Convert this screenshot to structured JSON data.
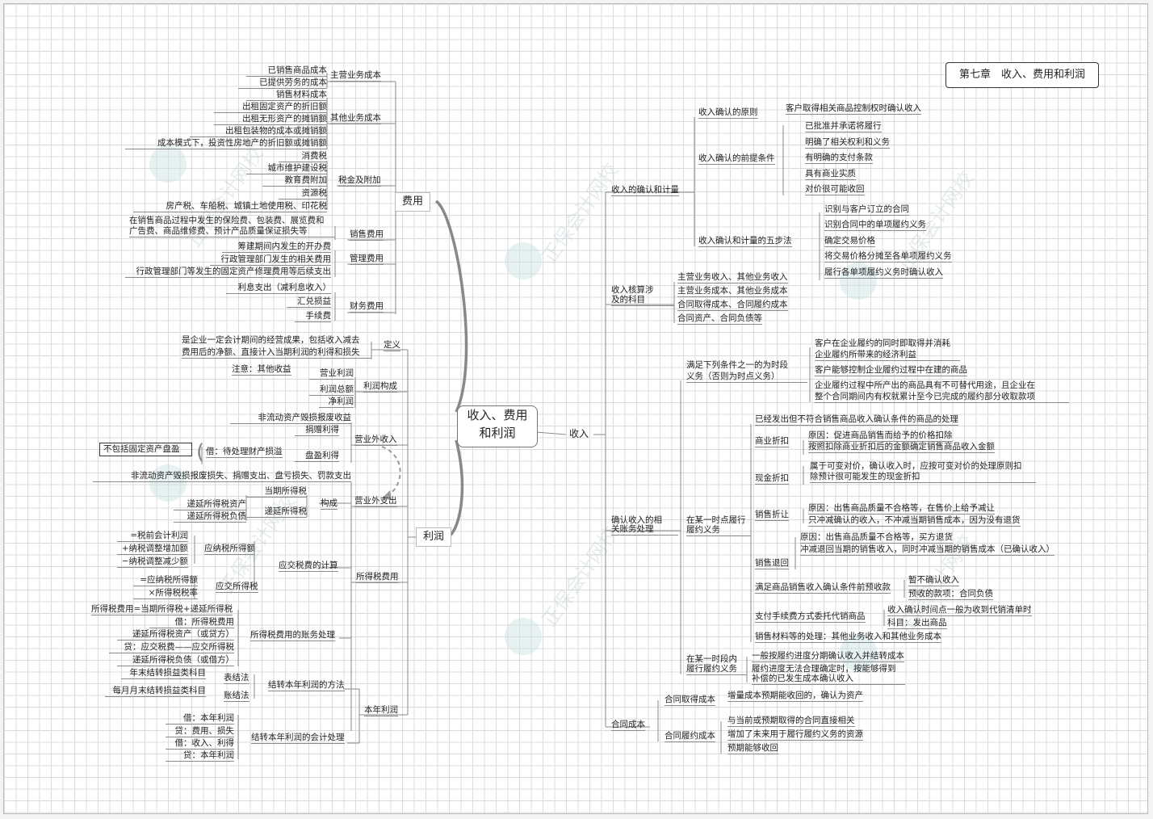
{
  "title": "第七章　收入、费用和利润",
  "center": {
    "line1": "收入、费用",
    "line2": "和利润"
  },
  "watermark": "正保会计网校",
  "branches": {
    "fee": {
      "label": "费用",
      "main_cost": {
        "label": "主营业务成本",
        "items": [
          "已销售商品成本",
          "已提供劳务的成本"
        ]
      },
      "other_cost": {
        "label": "其他业务成本",
        "items": [
          "销售材料成本",
          "出租固定资产的折旧额",
          "出租无形资产的摊销额",
          "出租包装物的成本或摊销额",
          "成本模式下，投资性房地产的折旧额或摊销额"
        ]
      },
      "tax": {
        "label": "税金及附加",
        "items": [
          "消费税",
          "城市维护建设税",
          "教育费附加",
          "资源税",
          "房产税、车船税、城镇土地使用税、印花税"
        ]
      },
      "sales": {
        "label": "销售费用",
        "line1": "在销售商品过程中发生的保险费、包装费、展览费和",
        "line2": "广告费、商品维修费、预计产品质量保证损失等"
      },
      "admin": {
        "label": "管理费用",
        "items": [
          "筹建期间内发生的开办费",
          "行政管理部门发生的相关费用",
          "行政管理部门等发生的固定资产修理费用等后续支出"
        ]
      },
      "finance": {
        "label": "财务费用",
        "items": [
          "利息支出（减利息收入）",
          "汇兑损益",
          "手续费"
        ]
      }
    },
    "profit": {
      "label": "利润",
      "definition": {
        "label": "定义",
        "line1": "是企业一定会计期间的经营成果，包括收入减去",
        "line2": "费用后的净额、直接计入当期利润的利得和损失"
      },
      "composition": {
        "label": "利润构成",
        "note": "注意：其他收益",
        "items": [
          "营业利润",
          "利润总额",
          "净利润"
        ]
      },
      "nonop_income": {
        "label": "营业外收入",
        "items": [
          "非流动资产毁损报废收益",
          "捐赠利得",
          "盘盈利得"
        ],
        "sub": "借：待处理财产损溢",
        "boxed": "不包括固定资产盘盈"
      },
      "nonop_expense": {
        "label": "营业外支出",
        "text": "非流动资产毁损报废损失、捐赠支出、盘亏损失、罚款支出"
      },
      "income_tax": {
        "label": "所得税费用",
        "composition": {
          "label": "构成",
          "current": "当期所得税",
          "deferred": "递延所得税",
          "deferred_items": [
            "递延所得税资产",
            "递延所得税负债"
          ]
        },
        "calc": {
          "label": "应交税费的计算",
          "taxable": "应纳税所得额",
          "taxable_items": [
            "=税前会计利润",
            "+纳税调整增加额",
            "−纳税调整减少额"
          ],
          "payable": "应交所得税",
          "payable_items": [
            "=应纳税所得额",
            "×所得税税率"
          ]
        },
        "accounting": {
          "label": "所得税费用的账务处理",
          "formula": "所得税费用=当期所得税+递延所得税",
          "entries": [
            "借：所得税费用",
            "递延所得税资产（或贷方）",
            "贷：应交税费——应交所得税",
            "递延所得税负债（或借方）"
          ]
        }
      },
      "annual": {
        "label": "本年利润",
        "method": {
          "label": "结转本年利润的方法",
          "table": "表结法",
          "table_text": "年末结转损益类科目",
          "account": "账结法",
          "account_text": "每月月末结转损益类科目"
        },
        "entries": {
          "label": "结转本年利润的会计处理",
          "items": [
            "借：本年利润",
            "贷：费用、损失",
            "借：收入、利得",
            "贷：本年利润"
          ]
        }
      }
    },
    "revenue": {
      "label": "收入",
      "recognition": {
        "label": "收入的确认和计量",
        "principle": {
          "label": "收入确认的原则",
          "text": "客户取得相关商品控制权时确认收入"
        },
        "prereq": {
          "label": "收入确认的前提条件",
          "items": [
            "已批准并承诺将履行",
            "明确了相关权利和义务",
            "有明确的支付条款",
            "具有商业实质",
            "对价很可能收回"
          ]
        },
        "steps": {
          "label": "收入确认和计量的五步法",
          "items": [
            "识别与客户订立的合同",
            "识别合同中的单项履约义务",
            "确定交易价格",
            "将交易价格分摊至各单项履约义务",
            "履行各单项履约义务时确认收入"
          ]
        }
      },
      "accounts": {
        "label1": "收入核算涉",
        "label2": "及的科目",
        "items": [
          "主营业务收入、其他业务收入",
          "主营业务成本、其他业务成本",
          "合同取得成本、合同履约成本",
          "合同资产、合同负债等"
        ]
      },
      "processing": {
        "label1": "确认收入的相",
        "label2": "关账务处理",
        "over_time_cond": {
          "label1": "满足下列条件之一的为时段",
          "label2": "义务（否则为时点义务）",
          "items": [
            [
              "客户在企业履约的同时即取得并消耗",
              "企业履约所带来的经济利益"
            ],
            [
              "客户能够控制企业履约过程中在建的商品"
            ],
            [
              "企业履约过程中所产出的商品具有不可替代用途，且企业在",
              "整个合同期间内有权就累计至今已完成的履约部分收取款项"
            ]
          ]
        },
        "point": {
          "label1": "在某一时点履行",
          "label2": "履约义务",
          "not_met": "已经发出但不符合销售商品收入确认条件的商品的处理",
          "commercial": {
            "label": "商业折扣",
            "items": [
              "原因：促进商品销售而给予的价格扣除",
              "按照扣除商业折扣后的金额确定销售商品收入金额"
            ]
          },
          "cash": {
            "label": "现金折扣",
            "line1": "属于可变对价，确认收入时，应按可变对价的处理原则扣",
            "line2": "除预计很可能发生的现金折扣"
          },
          "allowance": {
            "label": "销售折让",
            "items": [
              "原因：出售商品质量不合格等，在售价上给予减让",
              "只冲减确认的收入，不冲减当期销售成本，因为没有退货"
            ]
          },
          "returns": {
            "label": "销售退回",
            "items": [
              "原因：出售商品质量不合格等，买方退货",
              "冲减退回当期的销售收入，同时冲减当期的销售成本（已确认收入）"
            ]
          },
          "prepaid": {
            "label": "满足商品销售收入确认条件前预收款",
            "items": [
              "暂不确认收入",
              "预收的款项：合同负债"
            ]
          },
          "consign": {
            "label": "支付手续费方式委托代销商品",
            "items": [
              "收入确认时间点一般为收到代销清单时",
              "科目：发出商品"
            ]
          },
          "materials": "销售材料等的处理：其他业务收入和其他业务成本"
        },
        "period": {
          "label1": "在某一时段内",
          "label2": "履行履约义务",
          "item1": "一般按履约进度分期确认收入并结转成本",
          "item2a": "履约进度无法合理确定时，按能够得到",
          "item2b": "补偿的已发生成本确认收入"
        }
      },
      "contract_cost": {
        "label": "合同成本",
        "acquisition": {
          "label": "合同取得成本",
          "text": "增量成本预期能收回的，确认为资产"
        },
        "fulfillment": {
          "label": "合同履约成本",
          "items": [
            "与当前或预期取得的合同直接相关",
            "增加了未来用于履行履约义务的资源",
            "预期能够收回"
          ]
        }
      }
    }
  }
}
